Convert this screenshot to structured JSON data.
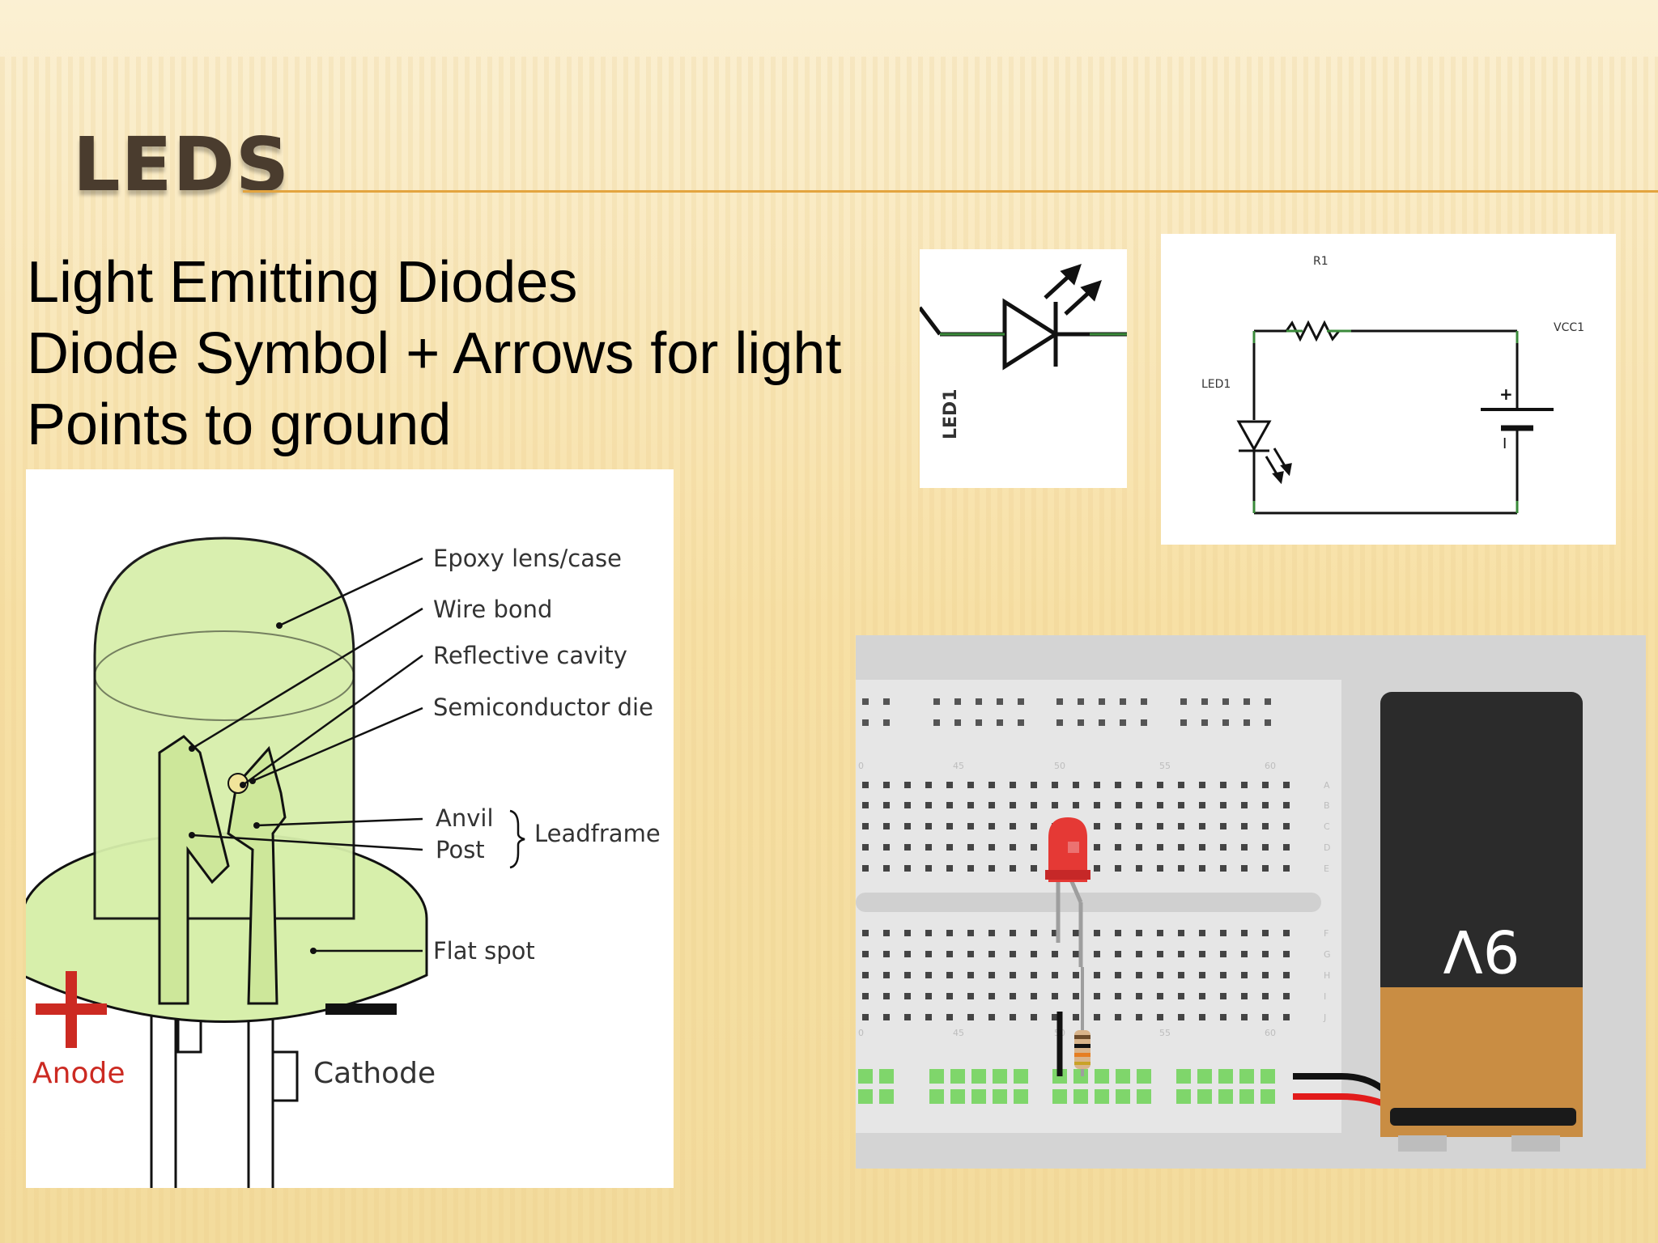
{
  "slide": {
    "title": "LEDS",
    "bullets": [
      "Light Emitting Diodes",
      "Diode Symbol + Arrows for light",
      "Points to ground"
    ]
  },
  "led_anatomy": {
    "labels": {
      "epoxy": "Epoxy lens/case",
      "wire_bond": "Wire bond",
      "reflective_cavity": "Reflective cavity",
      "semiconductor_die": "Semiconductor die",
      "anvil": "Anvil",
      "post": "Post",
      "leadframe": "Leadframe",
      "flat_spot": "Flat spot",
      "anode": "Anode",
      "cathode": "Cathode"
    },
    "colors": {
      "case": "#d7efab",
      "anode": "#cc2a22"
    }
  },
  "led_symbol": {
    "label": "LED1"
  },
  "schematic": {
    "r_label": "R1",
    "vcc_label": "VCC1",
    "led_label": "LED1",
    "plus": "+",
    "minus": "I"
  },
  "breadboard": {
    "battery_label": "9V",
    "column_numbers": [
      "0",
      "45",
      "50",
      "55",
      "60"
    ],
    "row_letters": [
      "A",
      "B",
      "C",
      "D",
      "E",
      "F",
      "G",
      "H",
      "I",
      "J"
    ],
    "colors": {
      "battery_top": "#2b2b2b",
      "battery_bottom": "#c98d43",
      "wire_black": "#111111",
      "wire_red": "#e21b1b",
      "led": "#e53935"
    }
  }
}
